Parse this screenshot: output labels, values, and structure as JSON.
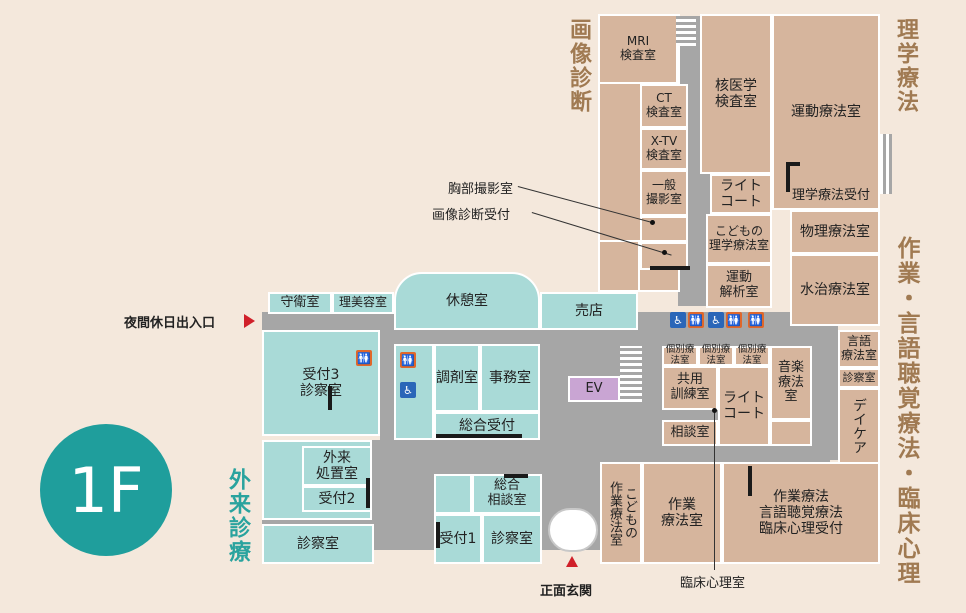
{
  "floor": "1F",
  "sections": {
    "imaging": "画像診断",
    "physical_therapy": "理学療法",
    "occupational": "作業・言語聴覚療法・臨床心理",
    "outpatient": "外来診療"
  },
  "entrances": {
    "night": "夜間休日出入口",
    "main": "正面玄関"
  },
  "rooms": {
    "mri": "MRI\n検査室",
    "ct": "CT\n検査室",
    "xtv": "X-TV\n検査室",
    "general_xray": "一般\n撮影室",
    "nuclear": "核医学\n検査室",
    "light_court_top": "ライト\nコート",
    "kids_pt": "こどもの\n理学療法室",
    "motion": "運動\n解析室",
    "exercise": "運動療法室",
    "pt_reception": "理学療法受付",
    "physical": "物理療法室",
    "hydro": "水治療法室",
    "speech": "言語\n療法室",
    "exam_room_s": "診察室",
    "daycare": "デイケア",
    "ot_reception": "作業療法\n言語聴覚療法\n臨床心理受付",
    "ot_room": "作業\n療法室",
    "kids_ot": "こどもの\n作業療法室",
    "individual": "個別療法室",
    "music": "音楽\n療法室",
    "light_court_mid": "ライト\nコート",
    "shared_training": "共用\n訓練室",
    "consult": "相談室",
    "guard": "守衛室",
    "barber": "理美容室",
    "lounge": "休憩室",
    "shop": "売店",
    "reception3": "受付3\n診察室",
    "pharmacy": "調剤室",
    "office": "事務室",
    "general_reception": "総合受付",
    "ev": "EV",
    "outpatient_treatment": "外来\n処置室",
    "reception2": "受付2",
    "exam_room": "診察室",
    "general_consult": "総合\n相談室",
    "reception1": "受付1",
    "exam_room_1": "診察室"
  },
  "annotations": {
    "chest": "胸部撮影室",
    "imaging_reception": "画像診断受付",
    "clinical_psych": "臨床心理室"
  },
  "restroom": {
    "wheelchair": "♿",
    "person": "🚻"
  },
  "colors": {
    "background": "#f4e8dc",
    "rehab_rooms": "#d6b59d",
    "outpatient_rooms": "#a9dad7",
    "corridor": "#a6a6a6",
    "badge": "#1f9e9c",
    "section_label_brown": "#a07a52",
    "section_label_teal": "#2aa39e",
    "entrance_marker": "#d0202a"
  }
}
